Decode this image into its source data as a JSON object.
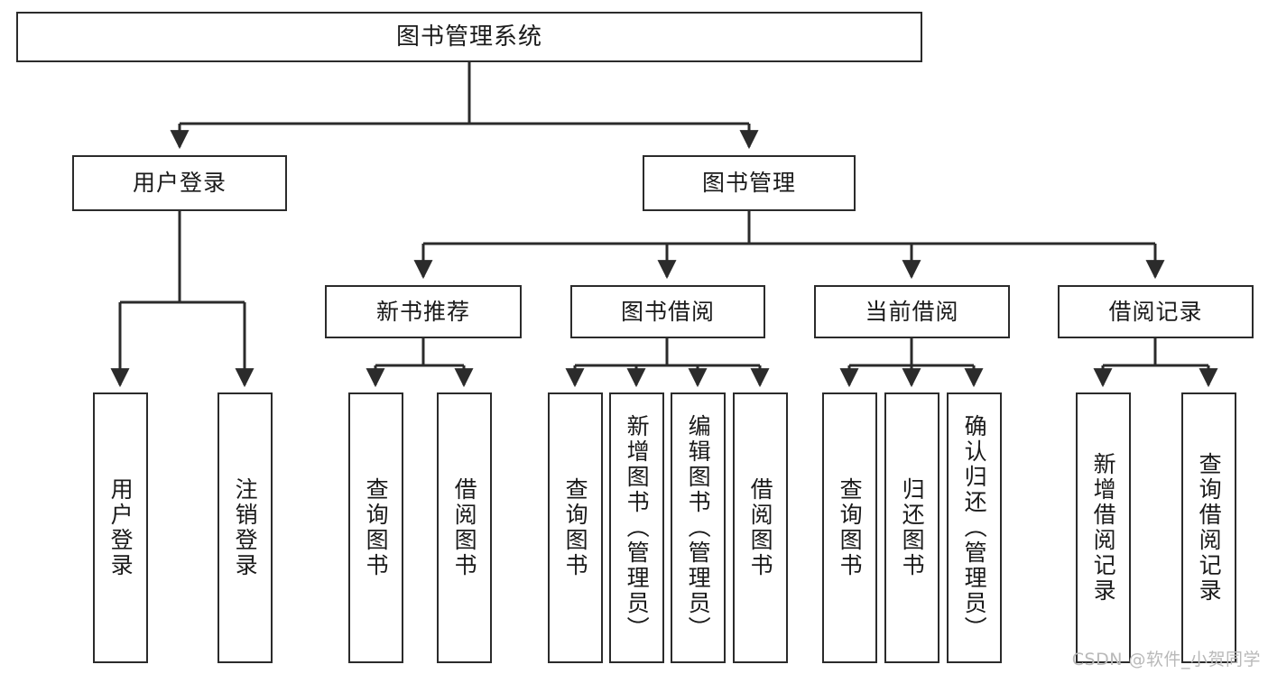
{
  "diagram": {
    "title": "图书管理系统",
    "watermark": "CSDN @软件_小贺同学",
    "line_color": "#2b2b2b",
    "box_border_color": "#2b2b2b",
    "box_fill": "#ffffff",
    "text_color": "#1a1a1a",
    "watermark_color": "#b9b9b9"
  },
  "nodes": {
    "root": {
      "label": "图书管理系统"
    },
    "level2": [
      {
        "id": "user-login",
        "label": "用户登录"
      },
      {
        "id": "book-management",
        "label": "图书管理"
      }
    ],
    "level3": [
      {
        "id": "new-book-recommend",
        "label": "新书推荐"
      },
      {
        "id": "book-borrow",
        "label": "图书借阅"
      },
      {
        "id": "current-borrow",
        "label": "当前借阅"
      },
      {
        "id": "borrow-record",
        "label": "借阅记录"
      }
    ],
    "leaves": [
      {
        "id": "leaf-user-login",
        "label": "用户登录",
        "parent": "user-login"
      },
      {
        "id": "leaf-logout",
        "label": "注销登录",
        "parent": "user-login"
      },
      {
        "id": "leaf-query-book-1",
        "label": "查询图书",
        "parent": "new-book-recommend"
      },
      {
        "id": "leaf-borrow-book-1",
        "label": "借阅图书",
        "parent": "new-book-recommend"
      },
      {
        "id": "leaf-query-book-2",
        "label": "查询图书",
        "parent": "book-borrow"
      },
      {
        "id": "leaf-add-book",
        "label": "新增图书（管理员）",
        "parent": "book-borrow"
      },
      {
        "id": "leaf-edit-book",
        "label": "编辑图书（管理员）",
        "parent": "book-borrow"
      },
      {
        "id": "leaf-borrow-book-2",
        "label": "借阅图书",
        "parent": "book-borrow"
      },
      {
        "id": "leaf-query-book-3",
        "label": "查询图书",
        "parent": "current-borrow"
      },
      {
        "id": "leaf-return-book",
        "label": "归还图书",
        "parent": "current-borrow"
      },
      {
        "id": "leaf-confirm-return",
        "label": "确认归还（管理员）",
        "parent": "current-borrow"
      },
      {
        "id": "leaf-add-record",
        "label": "新增借阅记录",
        "parent": "borrow-record"
      },
      {
        "id": "leaf-query-record",
        "label": "查询借阅记录",
        "parent": "borrow-record"
      }
    ]
  }
}
